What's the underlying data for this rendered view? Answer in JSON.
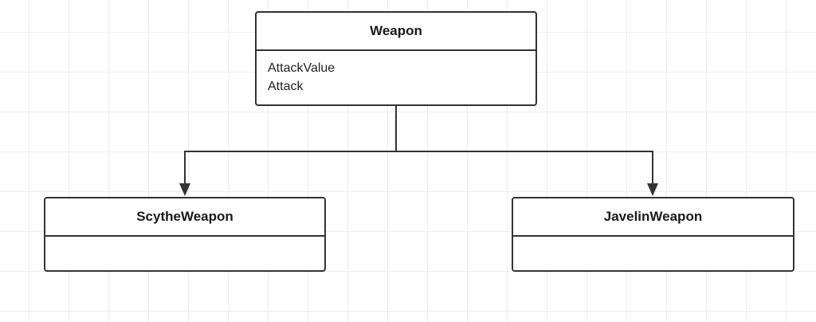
{
  "classes": {
    "weapon": {
      "name": "Weapon",
      "members": [
        "AttackValue",
        "Attack"
      ]
    },
    "scythe": {
      "name": "ScytheWeapon",
      "members": []
    },
    "javelin": {
      "name": "JavelinWeapon",
      "members": []
    }
  },
  "connectors": [
    {
      "from": "weapon",
      "to": "scythe",
      "arrow": "filled-triangle"
    },
    {
      "from": "weapon",
      "to": "javelin",
      "arrow": "filled-triangle"
    }
  ],
  "colors": {
    "stroke": "#333333",
    "grid": "#eeeeee",
    "background": "#ffffff"
  }
}
